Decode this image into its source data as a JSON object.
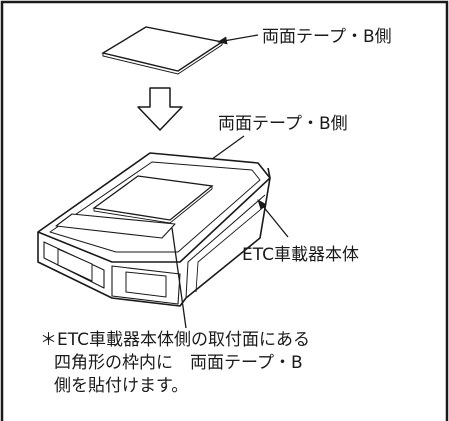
{
  "labels": {
    "tape_top": "両面テープ・B側",
    "tape_middle": "両面テープ・B側",
    "etc_unit": "ETC車載器本体"
  },
  "note": {
    "line1": "＊ETC車載器本体側の取付面にある",
    "line2": "四角形の枠内に　両面テープ・B",
    "line3": "側を貼付けます。"
  },
  "colors": {
    "ink": "#1a1a1a",
    "background": "#ffffff"
  },
  "icons": {
    "down_arrow": "hollow-down-arrow-icon",
    "leader": "leader-arrow-icon"
  }
}
